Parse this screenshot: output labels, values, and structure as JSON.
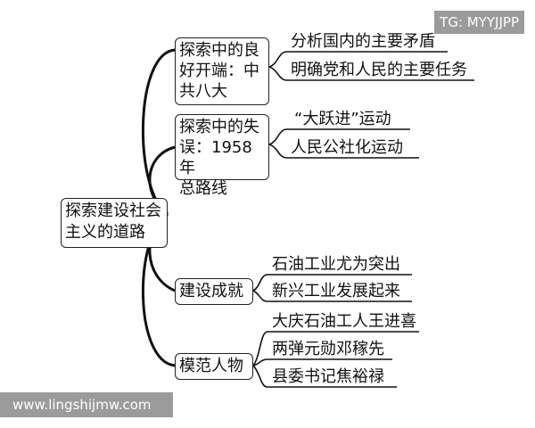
{
  "root": {
    "label": "探索建设社会\n主义的道路"
  },
  "branches": [
    {
      "label": "探索中的良\n好开端：中\n共八大",
      "items": [
        "分析国内的主要矛盾",
        "明确党和人民的主要任务"
      ]
    },
    {
      "label": "探索中的失\n误：1958年\n总路线",
      "items": [
        "“大跃进”运动",
        "人民公社化运动"
      ]
    },
    {
      "label": "建设成就",
      "items": [
        "石油工业尤为突出",
        "新兴工业发展起来"
      ]
    },
    {
      "label": "模范人物",
      "items": [
        "大庆石油工人王进喜",
        "两弹元勋邓稼先",
        "县委书记焦裕禄"
      ]
    }
  ],
  "watermarks": {
    "top": "TG: MYYJJPP",
    "bottom": "www.lingshijmw.com"
  },
  "colors": {
    "line": "#111111",
    "box_border": "#222222",
    "watermark_bg": "#9b9b9b"
  }
}
